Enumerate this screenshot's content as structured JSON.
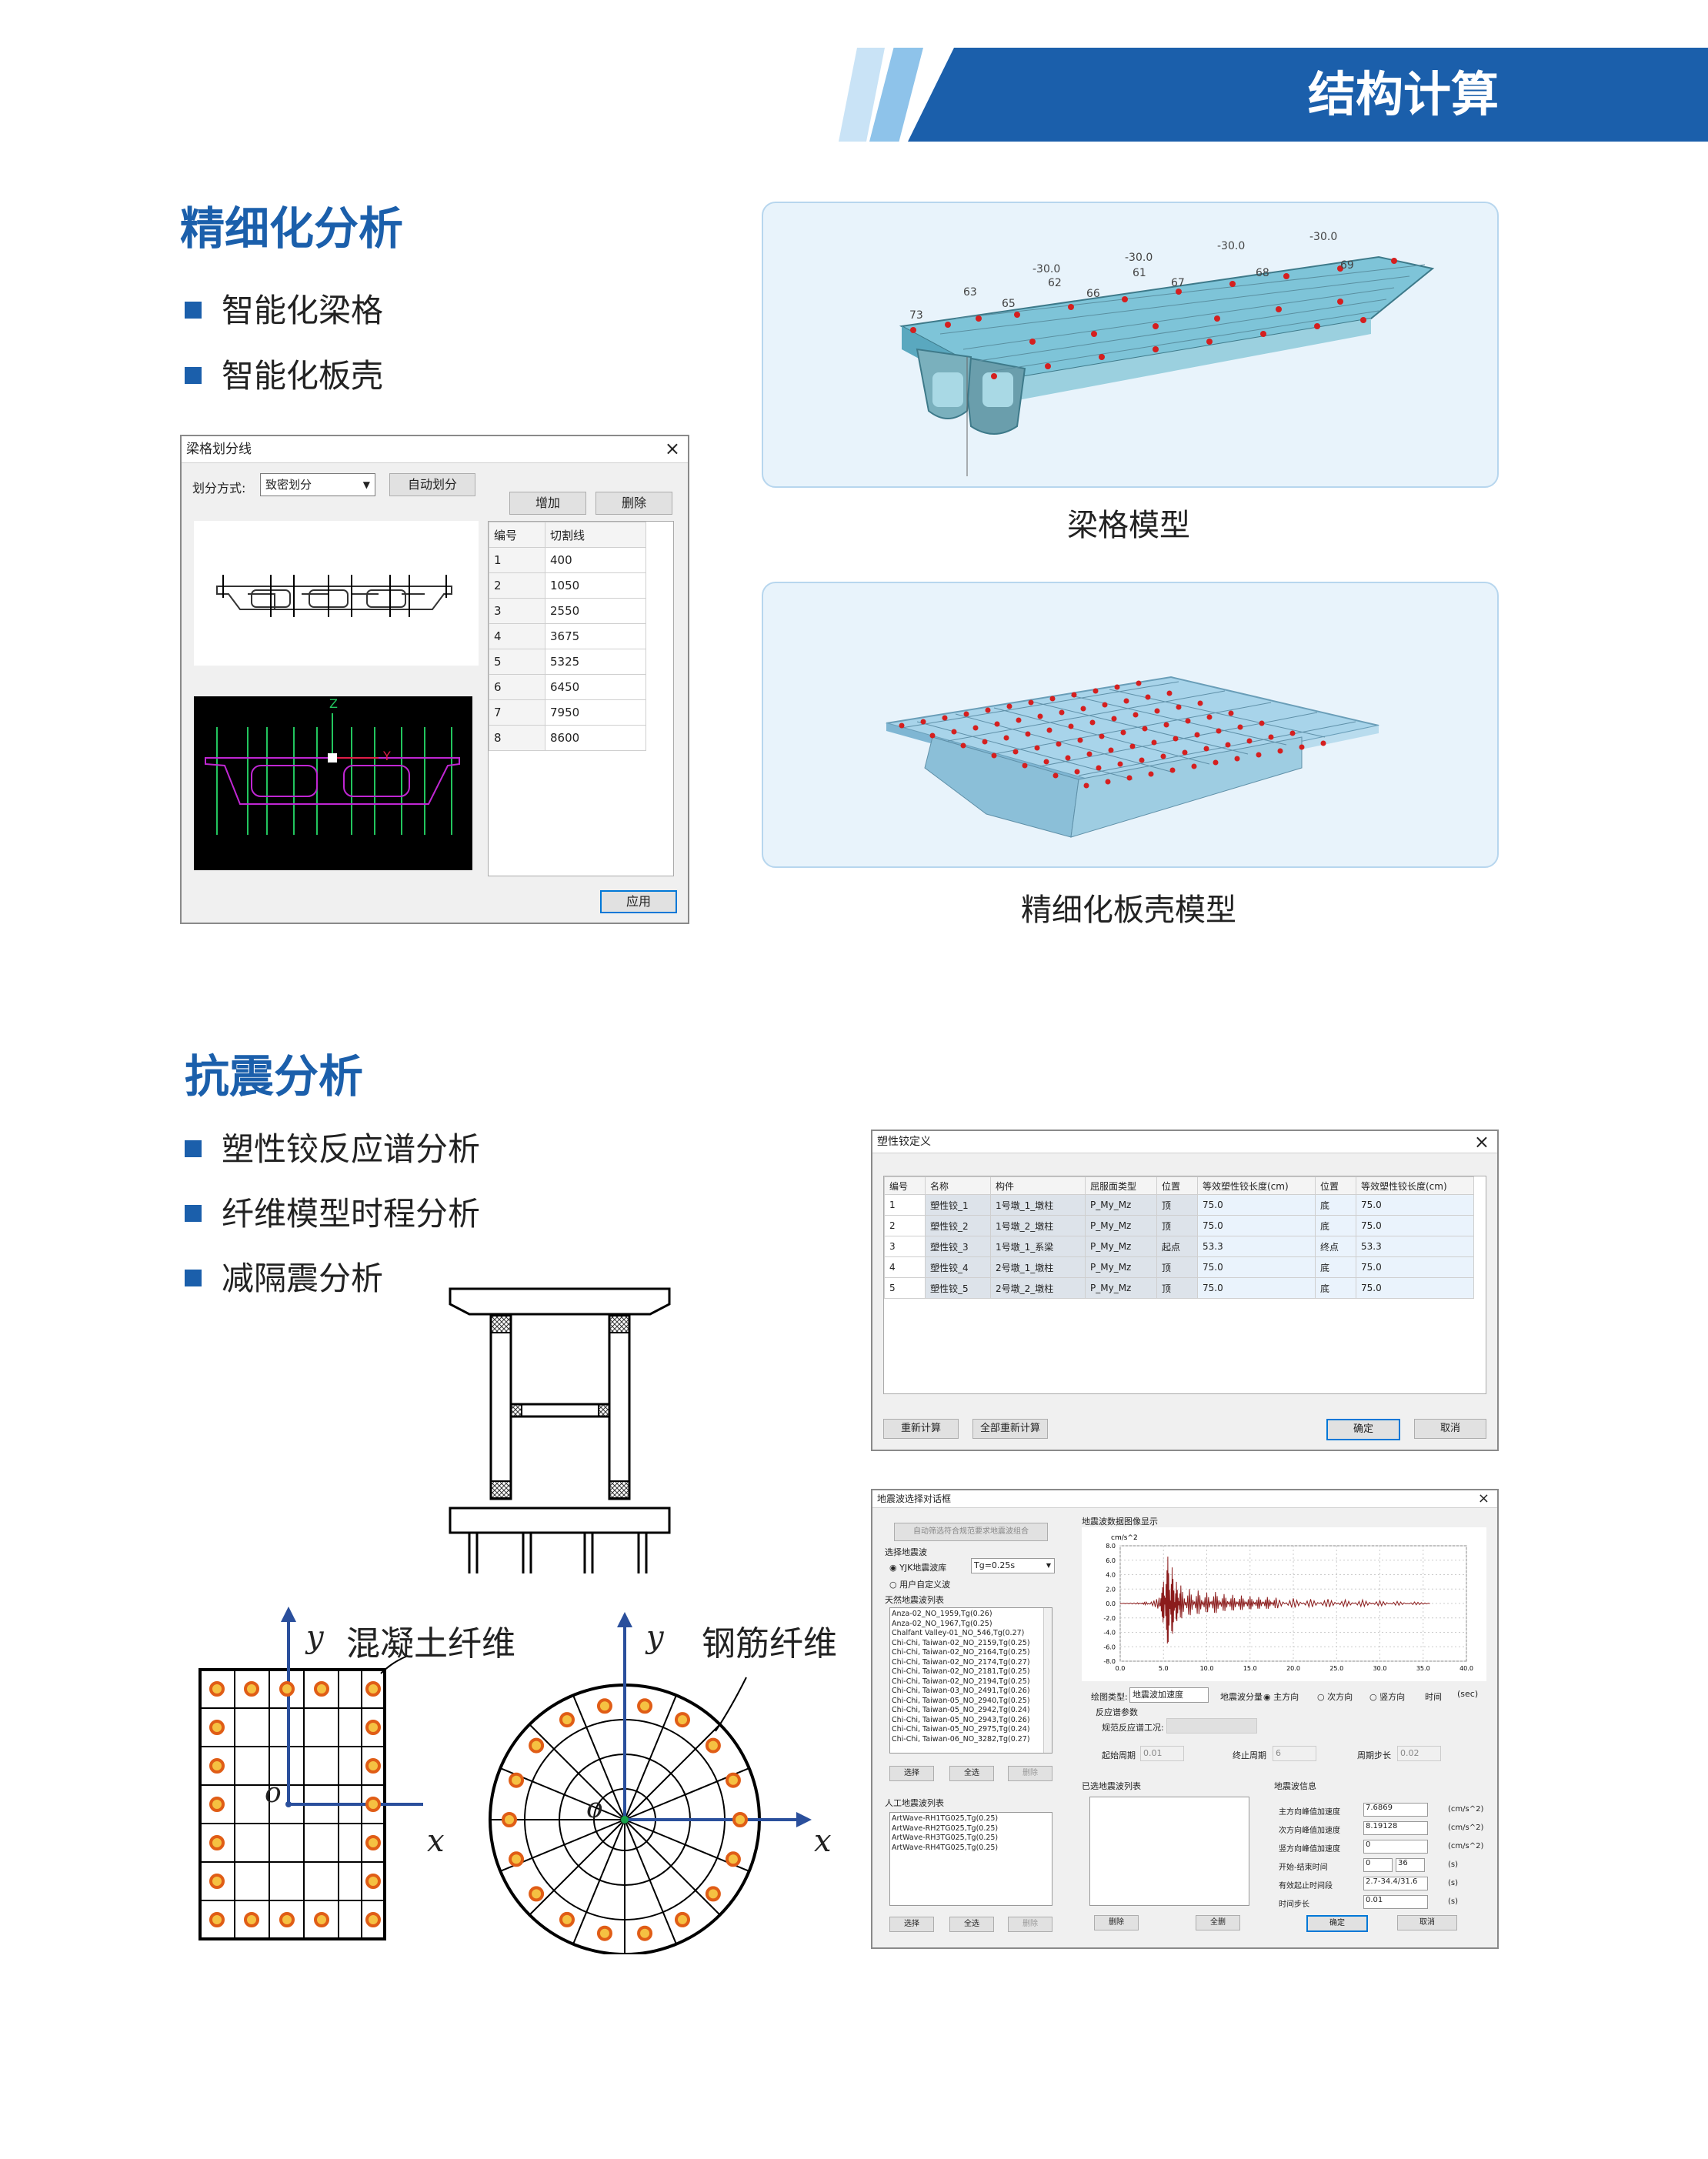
{
  "header": {
    "title": "结构计算"
  },
  "section1": {
    "title": "精细化分析",
    "bullets": [
      "智能化梁格",
      "智能化板壳"
    ],
    "caption_grillage": "梁格模型",
    "caption_shell": "精细化板壳模型",
    "dialog": {
      "title": "梁格划分线",
      "mode_label": "划分方式:",
      "mode_value": "致密划分",
      "auto_button": "自动划分",
      "add_button": "增加",
      "delete_button": "删除",
      "apply_button": "应用",
      "axis_z": "Z",
      "axis_y": "Y",
      "columns": [
        "编号",
        "切割线"
      ],
      "rows": [
        [
          "1",
          "400"
        ],
        [
          "2",
          "1050"
        ],
        [
          "3",
          "2550"
        ],
        [
          "4",
          "3675"
        ],
        [
          "5",
          "5325"
        ],
        [
          "6",
          "6450"
        ],
        [
          "7",
          "7950"
        ],
        [
          "8",
          "8600"
        ]
      ]
    },
    "grillage_labels": [
      "-30.0",
      "-30.0",
      "-30.0",
      "-30.0",
      "65",
      "66",
      "67",
      "68",
      "69",
      "63",
      "62",
      "61",
      "73"
    ]
  },
  "section2": {
    "title": "抗震分析",
    "bullets": [
      "塑性铰反应谱分析",
      "纤维模型时程分析",
      "减隔震分析"
    ],
    "fiber_labels": {
      "concrete": "混凝土纤维",
      "steel": "钢筋纤维",
      "x": "x",
      "y": "y",
      "o": "o"
    },
    "hinge_dialog": {
      "title": "塑性铰定义",
      "columns": [
        "编号",
        "名称",
        "构件",
        "屈服面类型",
        "位置",
        "等效塑性铰长度(cm)",
        "位置",
        "等效塑性铰长度(cm)"
      ],
      "rows": [
        [
          "1",
          "塑性铰_1",
          "1号墩_1_墩柱",
          "P_My_Mz",
          "顶",
          "75.0",
          "底",
          "75.0"
        ],
        [
          "2",
          "塑性铰_2",
          "1号墩_2_墩柱",
          "P_My_Mz",
          "顶",
          "75.0",
          "底",
          "75.0"
        ],
        [
          "3",
          "塑性铰_3",
          "1号墩_1_系梁",
          "P_My_Mz",
          "起点",
          "53.3",
          "终点",
          "53.3"
        ],
        [
          "4",
          "塑性铰_4",
          "2号墩_1_墩柱",
          "P_My_Mz",
          "顶",
          "75.0",
          "底",
          "75.0"
        ],
        [
          "5",
          "塑性铰_5",
          "2号墩_2_墩柱",
          "P_My_Mz",
          "顶",
          "75.0",
          "底",
          "75.0"
        ]
      ],
      "btn_recalc": "重新计算",
      "btn_recalc_all": "全部重新计算",
      "btn_ok": "确定",
      "btn_cancel": "取消"
    },
    "quake_dialog": {
      "title": "地震波选择对话框",
      "auto_btn": "自动筛选符合规范要求地震波组合",
      "select_label": "选择地震波",
      "radio1": "YJK地震波库",
      "tg_value": "Tg=0.25s",
      "radio2": "用户自定义波",
      "natural_list_label": "天然地震波列表",
      "natural_list": [
        "Anza-02_NO_1959,Tg(0.26)",
        "Anza-02_NO_1967,Tg(0.25)",
        "Chalfant Valley-01_NO_546,Tg(0.27)",
        "Chi-Chi, Taiwan-02_NO_2159,Tg(0.25)",
        "Chi-Chi, Taiwan-02_NO_2164,Tg(0.25)",
        "Chi-Chi, Taiwan-02_NO_2174,Tg(0.27)",
        "Chi-Chi, Taiwan-02_NO_2181,Tg(0.25)",
        "Chi-Chi, Taiwan-02_NO_2194,Tg(0.25)",
        "Chi-Chi, Taiwan-03_NO_2491,Tg(0.26)",
        "Chi-Chi, Taiwan-05_NO_2940,Tg(0.25)",
        "Chi-Chi, Taiwan-05_NO_2942,Tg(0.24)",
        "Chi-Chi, Taiwan-05_NO_2943,Tg(0.26)",
        "Chi-Chi, Taiwan-05_NO_2975,Tg(0.24)",
        "Chi-Chi, Taiwan-06_NO_3282,Tg(0.27)"
      ],
      "btn_select": "选择",
      "btn_all": "全选",
      "btn_delete": "删除",
      "artificial_label": "人工地震波列表",
      "artificial_list": [
        "ArtWave-RH1TG025,Tg(0.25)",
        "ArtWave-RH2TG025,Tg(0.25)",
        "ArtWave-RH3TG025,Tg(0.25)",
        "ArtWave-RH4TG025,Tg(0.25)"
      ],
      "plot_label": "地震波数据图像显示",
      "unit": "cm/s^2",
      "chart_data": {
        "type": "line",
        "title": "",
        "ylabel": "cm/s^2",
        "xlabel": "(sec)",
        "x_ticks": [
          "0.0",
          "5.0",
          "10.0",
          "15.0",
          "20.0",
          "25.0",
          "30.0",
          "35.0",
          "40.0"
        ],
        "y_ticks": [
          "8.0",
          "6.0",
          "4.0",
          "2.0",
          "0.0",
          "-2.0",
          "-4.0",
          "-6.0",
          "-8.0"
        ],
        "ylim": [
          -8,
          8
        ],
        "xlim": [
          0,
          40
        ],
        "series": [
          {
            "values": [
              [
                0,
                0
              ],
              [
                2,
                0.1
              ],
              [
                3,
                -0.2
              ],
              [
                4.5,
                0.8
              ],
              [
                5,
                -3
              ],
              [
                5.5,
                6.5
              ],
              [
                6,
                -5
              ],
              [
                6.5,
                3
              ],
              [
                7,
                -2.5
              ],
              [
                8,
                2
              ],
              [
                9,
                -1.8
              ],
              [
                10,
                1.5
              ],
              [
                11,
                -1.6
              ],
              [
                12,
                1.3
              ],
              [
                13,
                -1.2
              ],
              [
                14,
                1.1
              ],
              [
                15,
                -1
              ],
              [
                16,
                0.9
              ],
              [
                17,
                -0.9
              ],
              [
                18,
                0.8
              ],
              [
                20,
                -0.7
              ],
              [
                22,
                0.6
              ],
              [
                24,
                -0.6
              ],
              [
                26,
                0.5
              ],
              [
                28,
                -0.5
              ],
              [
                30,
                0.4
              ],
              [
                32,
                -0.3
              ],
              [
                34,
                0.2
              ],
              [
                36,
                0
              ]
            ]
          }
        ]
      },
      "plot_type_label": "绘图类型:",
      "plot_type_value": "地震波加速度",
      "component_label": "地震波分量",
      "component_opts": [
        "主方向",
        "次方向",
        "竖方向"
      ],
      "time_label": "时间",
      "sec_label": "(sec)",
      "spectrum_label": "反应谱参数",
      "spectrum_sub": "规范反应谱工况:",
      "start_period_label": "起始周期",
      "start_period_value": "0.01",
      "end_period_label": "终止周期",
      "end_period_value": "6",
      "period_step_label": "周期步长",
      "period_step_value": "0.02",
      "selected_list_label": "已选地震波列表",
      "btn_del2": "删除",
      "btn_clear": "全删",
      "info_label": "地震波信息",
      "info_rows": [
        [
          "主方向峰值加速度",
          "7.6869",
          "(cm/s^2)"
        ],
        [
          "次方向峰值加速度",
          "8.19128",
          "(cm/s^2)"
        ],
        [
          "竖方向峰值加速度",
          "0",
          "(cm/s^2)"
        ],
        [
          "开始-结束时间",
          "0",
          "36",
          "(s)"
        ],
        [
          "有效起止时间段",
          "2.7-34.4/31.6",
          "(s)"
        ],
        [
          "时间步长",
          "0.01",
          "(s)"
        ]
      ],
      "btn_ok": "确定",
      "btn_cancel": "取消"
    }
  }
}
